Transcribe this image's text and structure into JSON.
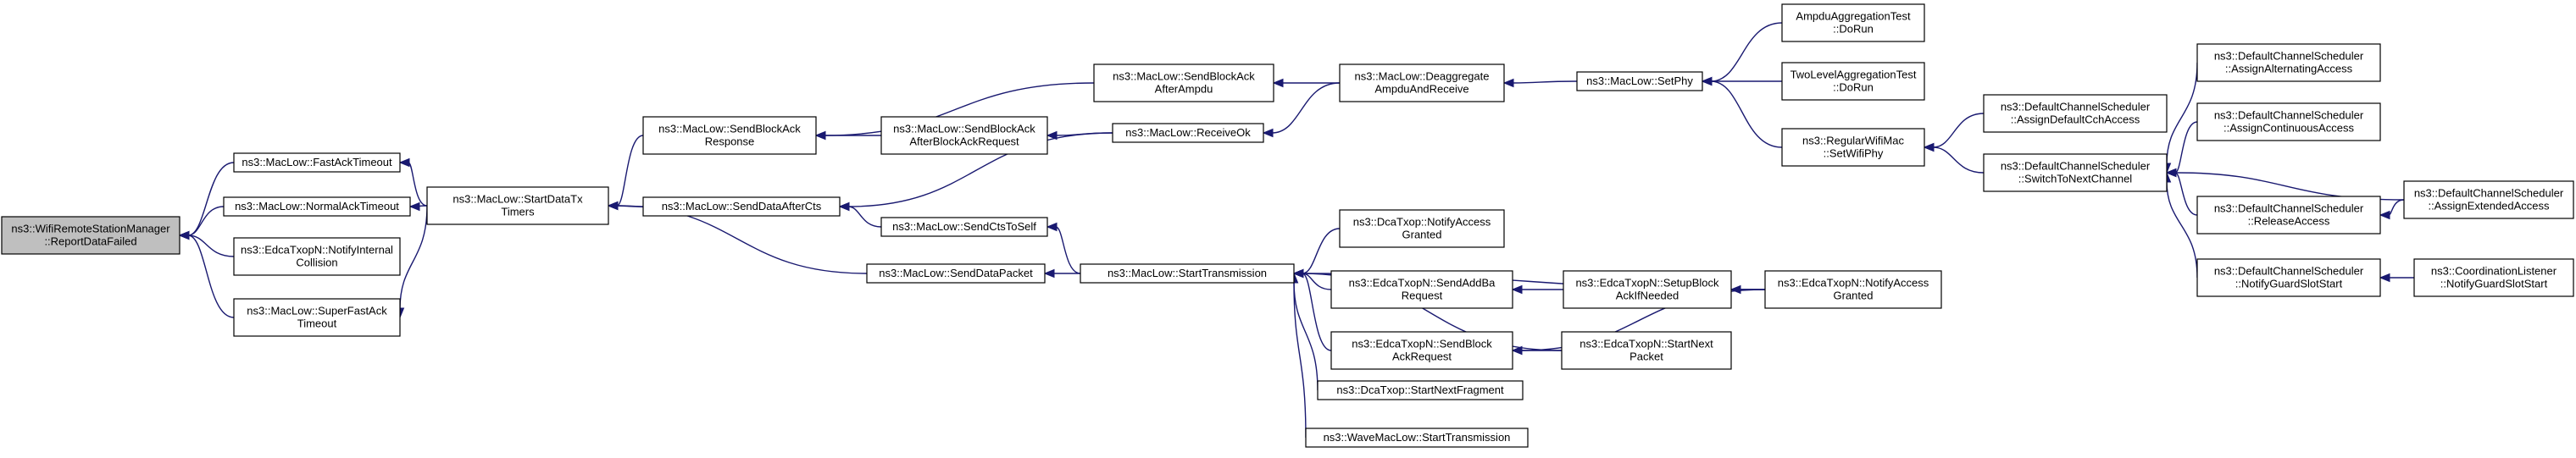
{
  "diagram": {
    "nodes": [
      {
        "id": "root",
        "lines": [
          "ns3::WifiRemoteStationManager",
          "::ReportDataFailed"
        ]
      },
      {
        "id": "fastAck",
        "lines": [
          "ns3::MacLow::FastAckTimeout"
        ]
      },
      {
        "id": "normalAck",
        "lines": [
          "ns3::MacLow::NormalAckTimeout"
        ]
      },
      {
        "id": "edcaNotifyInternal",
        "lines": [
          "ns3::EdcaTxopN::NotifyInternal",
          "Collision"
        ]
      },
      {
        "id": "superFast",
        "lines": [
          "ns3::MacLow::SuperFastAck",
          "Timeout"
        ]
      },
      {
        "id": "startDataTx",
        "lines": [
          "ns3::MacLow::StartDataTx",
          "Timers"
        ]
      },
      {
        "id": "sendBlockAckResp",
        "lines": [
          "ns3::MacLow::SendBlockAck",
          "Response"
        ]
      },
      {
        "id": "sendDataAfterCts",
        "lines": [
          "ns3::MacLow::SendDataAfterCts"
        ]
      },
      {
        "id": "sendDataPacket",
        "lines": [
          "ns3::MacLow::SendDataPacket"
        ]
      },
      {
        "id": "sendBlockAckAfterAmpdu",
        "lines": [
          "ns3::MacLow::SendBlockAck",
          "AfterAmpdu"
        ]
      },
      {
        "id": "sendBlockAckAfterBAR",
        "lines": [
          "ns3::MacLow::SendBlockAck",
          "AfterBlockAckRequest"
        ]
      },
      {
        "id": "sendCtsToSelf",
        "lines": [
          "ns3::MacLow::SendCtsToSelf"
        ]
      },
      {
        "id": "receiveOk",
        "lines": [
          "ns3::MacLow::ReceiveOk"
        ]
      },
      {
        "id": "deaggregate",
        "lines": [
          "ns3::MacLow::Deaggregate",
          "AmpduAndReceive"
        ]
      },
      {
        "id": "setPhy",
        "lines": [
          "ns3::MacLow::SetPhy"
        ]
      },
      {
        "id": "ampduTest",
        "lines": [
          "AmpduAggregationTest",
          "::DoRun"
        ]
      },
      {
        "id": "twoLevelTest",
        "lines": [
          "TwoLevelAggregationTest",
          "::DoRun"
        ]
      },
      {
        "id": "regularSetWifiPhy",
        "lines": [
          "ns3::RegularWifiMac",
          "::SetWifiPhy"
        ]
      },
      {
        "id": "startTransmission",
        "lines": [
          "ns3::MacLow::StartTransmission"
        ]
      },
      {
        "id": "dcaNotifyAccess",
        "lines": [
          "ns3::DcaTxop::NotifyAccess",
          "Granted"
        ]
      },
      {
        "id": "edcaSendAddBa",
        "lines": [
          "ns3::EdcaTxopN::SendAddBa",
          "Request"
        ]
      },
      {
        "id": "edcaSendBlockAckReq",
        "lines": [
          "ns3::EdcaTxopN::SendBlock",
          "AckRequest"
        ]
      },
      {
        "id": "dcaStartNextFrag",
        "lines": [
          "ns3::DcaTxop::StartNextFragment"
        ]
      },
      {
        "id": "waveStartTx",
        "lines": [
          "ns3::WaveMacLow::StartTransmission"
        ]
      },
      {
        "id": "edcaSetupBlockAck",
        "lines": [
          "ns3::EdcaTxopN::SetupBlock",
          "AckIfNeeded"
        ]
      },
      {
        "id": "edcaNotifyAccess",
        "lines": [
          "ns3::EdcaTxopN::NotifyAccess",
          "Granted"
        ]
      },
      {
        "id": "edcaStartNextPacket",
        "lines": [
          "ns3::EdcaTxopN::StartNext",
          "Packet"
        ]
      },
      {
        "id": "assignDefaultCch",
        "lines": [
          "ns3::DefaultChannelScheduler",
          "::AssignDefaultCchAccess"
        ]
      },
      {
        "id": "switchToNext",
        "lines": [
          "ns3::DefaultChannelScheduler",
          "::SwitchToNextChannel"
        ]
      },
      {
        "id": "assignAlternating",
        "lines": [
          "ns3::DefaultChannelScheduler",
          "::AssignAlternatingAccess"
        ]
      },
      {
        "id": "assignContinuous",
        "lines": [
          "ns3::DefaultChannelScheduler",
          "::AssignContinuousAccess"
        ]
      },
      {
        "id": "releaseAccess",
        "lines": [
          "ns3::DefaultChannelScheduler",
          "::ReleaseAccess"
        ]
      },
      {
        "id": "notifyGuardSlot",
        "lines": [
          "ns3::DefaultChannelScheduler",
          "::NotifyGuardSlotStart"
        ]
      },
      {
        "id": "assignExtended",
        "lines": [
          "ns3::DefaultChannelScheduler",
          "::AssignExtendedAccess"
        ]
      },
      {
        "id": "coordNotifyGuard",
        "lines": [
          "ns3::CoordinationListener",
          "::NotifyGuardSlotStart"
        ]
      }
    ],
    "edges": [
      {
        "from": "fastAck",
        "to": "root"
      },
      {
        "from": "normalAck",
        "to": "root"
      },
      {
        "from": "edcaNotifyInternal",
        "to": "root"
      },
      {
        "from": "superFast",
        "to": "root"
      },
      {
        "from": "startDataTx",
        "to": "fastAck"
      },
      {
        "from": "startDataTx",
        "to": "normalAck"
      },
      {
        "from": "startDataTx",
        "to": "superFast"
      },
      {
        "from": "sendBlockAckResp",
        "to": "startDataTx"
      },
      {
        "from": "sendDataAfterCts",
        "to": "startDataTx"
      },
      {
        "from": "sendDataPacket",
        "to": "startDataTx"
      },
      {
        "from": "sendBlockAckAfterAmpdu",
        "to": "sendBlockAckResp"
      },
      {
        "from": "sendBlockAckAfterBAR",
        "to": "sendBlockAckResp"
      },
      {
        "from": "receiveOk",
        "to": "sendBlockAckAfterBAR"
      },
      {
        "from": "receiveOk",
        "to": "sendDataAfterCts"
      },
      {
        "from": "sendCtsToSelf",
        "to": "sendDataAfterCts"
      },
      {
        "from": "deaggregate",
        "to": "sendBlockAckAfterAmpdu"
      },
      {
        "from": "deaggregate",
        "to": "receiveOk"
      },
      {
        "from": "setPhy",
        "to": "deaggregate"
      },
      {
        "from": "ampduTest",
        "to": "setPhy"
      },
      {
        "from": "twoLevelTest",
        "to": "setPhy"
      },
      {
        "from": "regularSetWifiPhy",
        "to": "setPhy"
      },
      {
        "from": "assignDefaultCch",
        "to": "regularSetWifiPhy"
      },
      {
        "from": "switchToNext",
        "to": "regularSetWifiPhy"
      },
      {
        "from": "assignAlternating",
        "to": "switchToNext"
      },
      {
        "from": "assignContinuous",
        "to": "switchToNext"
      },
      {
        "from": "assignExtended",
        "to": "switchToNext"
      },
      {
        "from": "releaseAccess",
        "to": "switchToNext"
      },
      {
        "from": "notifyGuardSlot",
        "to": "switchToNext"
      },
      {
        "from": "assignExtended",
        "to": "releaseAccess"
      },
      {
        "from": "coordNotifyGuard",
        "to": "notifyGuardSlot"
      },
      {
        "from": "startTransmission",
        "to": "sendCtsToSelf"
      },
      {
        "from": "startTransmission",
        "to": "sendDataPacket"
      },
      {
        "from": "dcaNotifyAccess",
        "to": "startTransmission"
      },
      {
        "from": "edcaNotifyAccess",
        "to": "startTransmission"
      },
      {
        "from": "edcaSendAddBa",
        "to": "startTransmission"
      },
      {
        "from": "edcaSendBlockAckReq",
        "to": "startTransmission"
      },
      {
        "from": "edcaStartNextPacket",
        "to": "startTransmission"
      },
      {
        "from": "dcaStartNextFrag",
        "to": "startTransmission"
      },
      {
        "from": "waveStartTx",
        "to": "startTransmission"
      },
      {
        "from": "edcaSetupBlockAck",
        "to": "edcaSendAddBa"
      },
      {
        "from": "edcaNotifyAccess",
        "to": "edcaSetupBlockAck"
      },
      {
        "from": "edcaNotifyAccess",
        "to": "edcaSendBlockAckReq"
      },
      {
        "from": "edcaStartNextPacket",
        "to": "edcaSendBlockAckReq"
      }
    ],
    "colors": {
      "edge": "#191970",
      "root_fill": "#bfbfbf",
      "node_fill": "#ffffff",
      "border": "#000000"
    }
  }
}
